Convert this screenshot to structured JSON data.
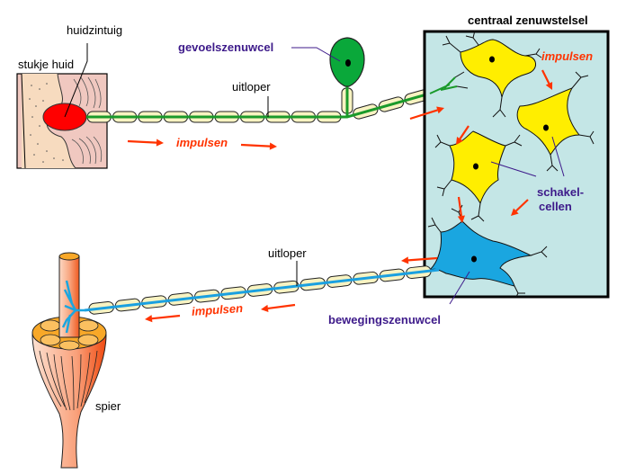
{
  "labels": {
    "huidzintuig": "huidzintuig",
    "stukje_huid": "stukje huid",
    "gevoelszenuwcel": "gevoelszenuwcel",
    "uitloper_top": "uitloper",
    "impulsen_top": "impulsen",
    "centraal_zenuwstelsel": "centraal zenuwstelsel",
    "impulsen_cns": "impulsen",
    "schakel": "schakel-",
    "cellen": "cellen",
    "uitloper_bottom": "uitloper",
    "impulsen_bottom": "impulsen",
    "bewegingszenuwcel": "bewegingszenuwcel",
    "spier": "spier"
  },
  "colors": {
    "impulse_red": "#ff3300",
    "label_purple": "#3d1a8a",
    "sensory_green": "#0aa83a",
    "interneuron_yellow": "#ffee00",
    "motor_blue": "#1aa6e0",
    "cns_background": "#c4e6e6",
    "myelin": "#f8f3c2",
    "skin": "#f0c8c0",
    "muscle": "#f47a4a"
  }
}
